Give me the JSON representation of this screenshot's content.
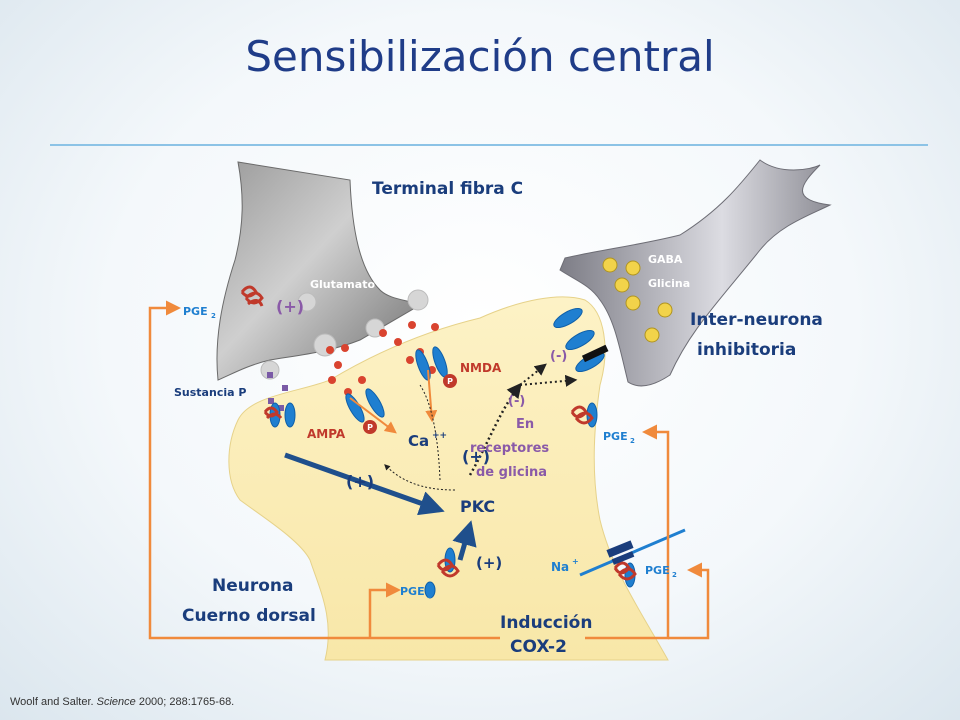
{
  "title": "Sensibilización central",
  "labels": {
    "terminal": "Terminal fibra C",
    "glutamato": "Glutamato",
    "gaba": "GABA",
    "glicina": "Glicina",
    "interneurona_1": "Inter-neurona",
    "interneurona_2": "inhibitoria",
    "pge2_top_left": "PGE",
    "pge2_right_mid": "PGE",
    "pge2_bottom": "PGE",
    "pge2_right_low": "PGE",
    "subscript_2": "2",
    "plus_top": "(+)",
    "plus_mid": "(+)",
    "plus_left": "(+)",
    "plus_bottom": "(+)",
    "minus_top": "(-)",
    "minus_mid": "(-)",
    "sustancia_p": "Sustancia P",
    "nmda": "NMDA",
    "ampa": "AMPA",
    "ca": "Ca",
    "ca_sup": "++",
    "en": "En",
    "receptores": "receptores",
    "de_glicina": "de glicina",
    "pkc": "PKC",
    "na": "Na",
    "na_sup": "+",
    "p": "P",
    "neurona_1": "Neurona",
    "neurona_2": "Cuerno dorsal",
    "induccion_1": "Inducción",
    "induccion_2": "COX-2"
  },
  "citation": {
    "authors": "Woolf and Salter. ",
    "journal": "Science",
    "details": " 2000; 288:1765-68."
  },
  "colors": {
    "title": "#1f3c88",
    "dark_label": "#1a3d7c",
    "pge_blue": "#1f7fd0",
    "receptor_red": "#c0392b",
    "orange": "#f08a3c",
    "purple_text": "#8a5aa8",
    "neuron_fill": "#fbeeb8",
    "terminal_gray": "#8a8a8a",
    "vesicle_red": "#d9432f",
    "vesicle_yellow": "#f2d34a",
    "dark_blue_arrow": "#1f4f8c"
  }
}
